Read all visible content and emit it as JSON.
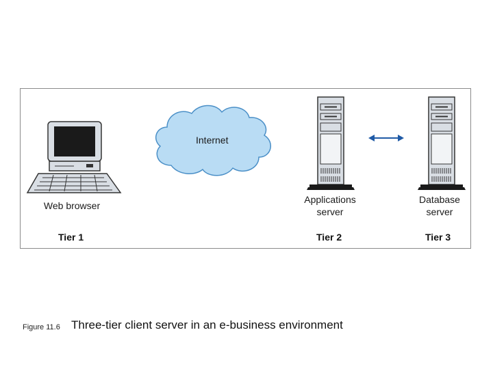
{
  "diagram": {
    "cloud_label": "Internet",
    "nodes": [
      {
        "id": "web-browser",
        "label": "Web browser",
        "tier": "Tier 1"
      },
      {
        "id": "applications-server",
        "label_lines": [
          "Applications",
          "server"
        ],
        "tier": "Tier 2"
      },
      {
        "id": "database-server",
        "label_lines": [
          "Database",
          "server"
        ],
        "tier": "Tier 3"
      }
    ],
    "edges": [
      {
        "from": "applications-server",
        "to": "database-server",
        "style": "double-arrow",
        "color": "#1f5aa6"
      }
    ],
    "colors": {
      "cloud_fill": "#b9dcf4",
      "cloud_stroke": "#4a8fc7",
      "device_fill": "#d9dee4",
      "device_dark": "#1a1a1a",
      "arrow": "#1f5aa6"
    }
  },
  "caption": {
    "figure_number": "Figure 11.6",
    "text": "Three-tier client server in an e-business environment"
  }
}
